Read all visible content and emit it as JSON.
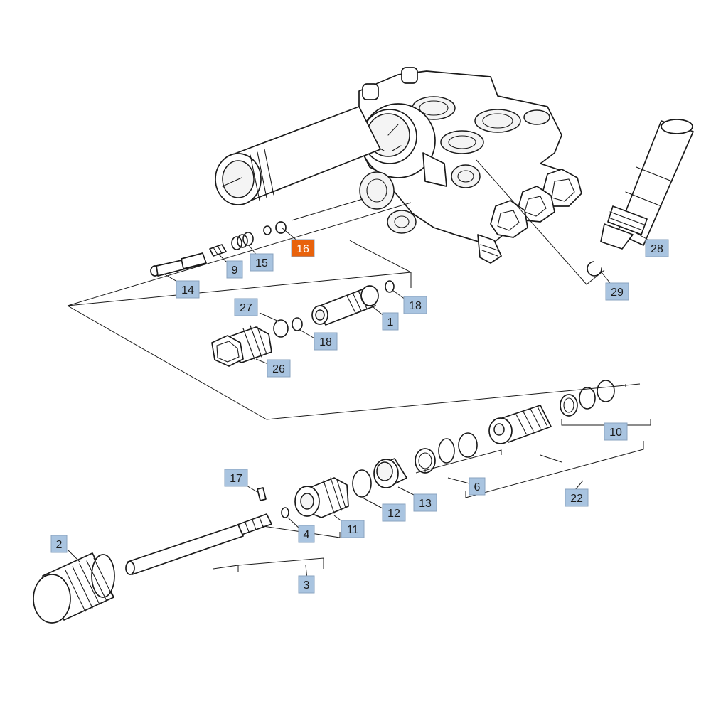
{
  "colors": {
    "callout_fill": "#a9c4e0",
    "callout_highlight_fill": "#e8620c",
    "line": "#1a1a1a",
    "background": "#ffffff"
  },
  "callouts": [
    {
      "id": "c16",
      "label": "16",
      "highlight": true
    },
    {
      "id": "c28",
      "label": "28",
      "highlight": false
    },
    {
      "id": "c15",
      "label": "15",
      "highlight": false
    },
    {
      "id": "c9",
      "label": "9",
      "highlight": false
    },
    {
      "id": "c14",
      "label": "14",
      "highlight": false
    },
    {
      "id": "c29",
      "label": "29",
      "highlight": false
    },
    {
      "id": "c27",
      "label": "27",
      "highlight": false
    },
    {
      "id": "c18a",
      "label": "18",
      "highlight": false
    },
    {
      "id": "c1",
      "label": "1",
      "highlight": false
    },
    {
      "id": "c18b",
      "label": "18",
      "highlight": false
    },
    {
      "id": "c26",
      "label": "26",
      "highlight": false
    },
    {
      "id": "c10",
      "label": "10",
      "highlight": false
    },
    {
      "id": "c6",
      "label": "6",
      "highlight": false
    },
    {
      "id": "c22",
      "label": "22",
      "highlight": false
    },
    {
      "id": "c17",
      "label": "17",
      "highlight": false
    },
    {
      "id": "c13",
      "label": "13",
      "highlight": false
    },
    {
      "id": "c12",
      "label": "12",
      "highlight": false
    },
    {
      "id": "c4",
      "label": "4",
      "highlight": false
    },
    {
      "id": "c11",
      "label": "11",
      "highlight": false
    },
    {
      "id": "c2",
      "label": "2",
      "highlight": false
    },
    {
      "id": "c3",
      "label": "3",
      "highlight": false
    }
  ]
}
